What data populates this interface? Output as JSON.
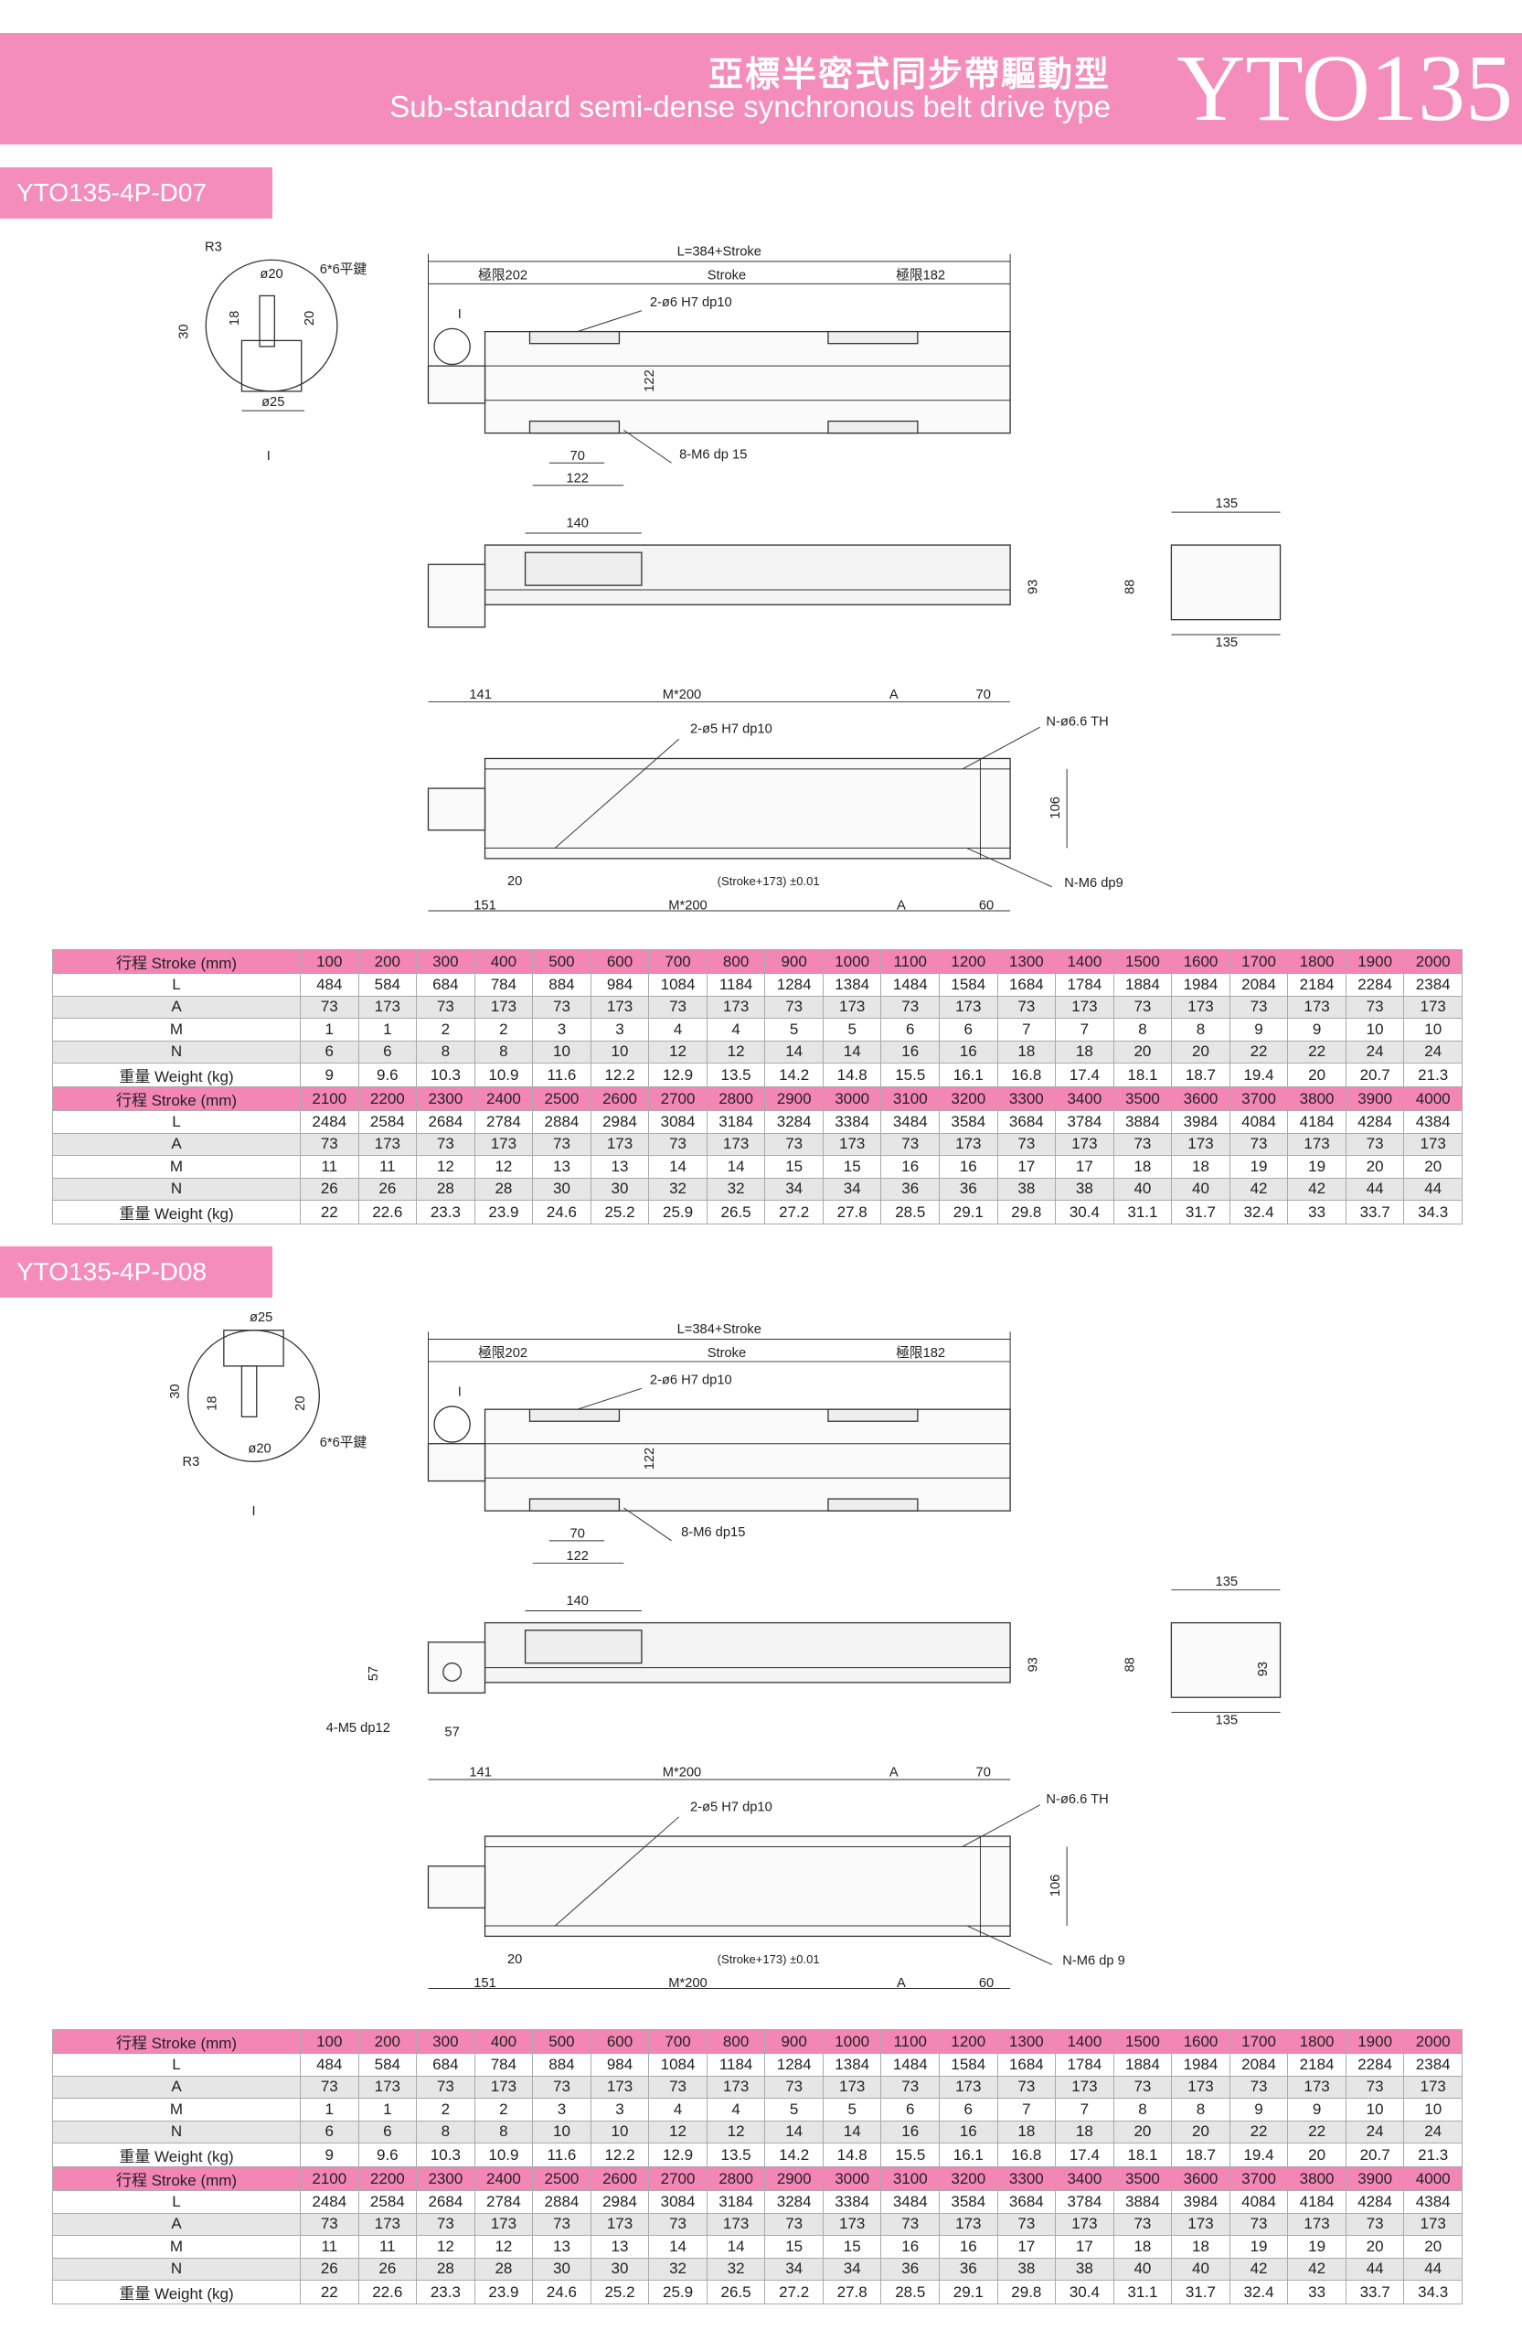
{
  "header": {
    "title_zh": "亞標半密式同步帶驅動型",
    "title_en": "Sub-standard semi-dense synchronous belt drive type",
    "model": "YTO135"
  },
  "colors": {
    "brand_pink": "#F48DBB",
    "header_row": "#F386B5",
    "alt_row": "#E6E6E6"
  },
  "sections": [
    {
      "label": "YTO135-4P-D07",
      "drawing": {
        "detail": {
          "r3": "R3",
          "d20": "ø20",
          "key": "6*6平鍵",
          "h30": "30",
          "h18": "18",
          "h20": "20",
          "d25": "ø25",
          "mark": "I"
        },
        "top": {
          "total": "L=384+Stroke",
          "left": "極限202",
          "stroke": "Stroke",
          "right": "極限182",
          "pin": "2-ø6 H7 dp10",
          "width": "122",
          "c70": "70",
          "c122": "122",
          "screws": "8-M6 dp 15",
          "mark": "I"
        },
        "side": {
          "w140": "140",
          "h93": "93"
        },
        "end": {
          "w135_top": "135",
          "w135_bottom": "135",
          "h88": "88"
        },
        "bottom": {
          "d141": "141",
          "m200_top": "M*200",
          "a_top": "A",
          "d70": "70",
          "pin": "2-ø5 H7 dp10",
          "holes": "N-ø6.6 TH",
          "h106": "106",
          "d20": "20",
          "tol": "(Stroke+173) ±0.01",
          "tap": "N-M6 dp9",
          "d151": "151",
          "m200_bot": "M*200",
          "a_bot": "A",
          "d60": "60"
        }
      },
      "table": {
        "rows": [
          {
            "label": "行程 Stroke (mm)",
            "type": "hdr",
            "values": [
              100,
              200,
              300,
              400,
              500,
              600,
              700,
              800,
              900,
              1000,
              1100,
              1200,
              1300,
              1400,
              1500,
              1600,
              1700,
              1800,
              1900,
              2000
            ]
          },
          {
            "label": "L",
            "type": "white",
            "values": [
              484,
              584,
              684,
              784,
              884,
              984,
              1084,
              1184,
              1284,
              1384,
              1484,
              1584,
              1684,
              1784,
              1884,
              1984,
              2084,
              2184,
              2284,
              2384
            ]
          },
          {
            "label": "A",
            "type": "gray",
            "values": [
              73,
              173,
              73,
              173,
              73,
              173,
              73,
              173,
              73,
              173,
              73,
              173,
              73,
              173,
              73,
              173,
              73,
              173,
              73,
              173
            ]
          },
          {
            "label": "M",
            "type": "white",
            "values": [
              1,
              1,
              2,
              2,
              3,
              3,
              4,
              4,
              5,
              5,
              6,
              6,
              7,
              7,
              8,
              8,
              9,
              9,
              10,
              10
            ]
          },
          {
            "label": "N",
            "type": "gray",
            "values": [
              6,
              6,
              8,
              8,
              10,
              10,
              12,
              12,
              14,
              14,
              16,
              16,
              18,
              18,
              20,
              20,
              22,
              22,
              24,
              24
            ]
          },
          {
            "label": "重量 Weight (kg)",
            "type": "white",
            "values": [
              9,
              9.6,
              10.3,
              10.9,
              11.6,
              12.2,
              12.9,
              13.5,
              14.2,
              14.8,
              15.5,
              16.1,
              16.8,
              17.4,
              18.1,
              18.7,
              19.4,
              20,
              20.7,
              21.3
            ]
          },
          {
            "label": "行程 Stroke (mm)",
            "type": "hdr",
            "values": [
              2100,
              2200,
              2300,
              2400,
              2500,
              2600,
              2700,
              2800,
              2900,
              3000,
              3100,
              3200,
              3300,
              3400,
              3500,
              3600,
              3700,
              3800,
              3900,
              4000
            ]
          },
          {
            "label": "L",
            "type": "white",
            "values": [
              2484,
              2584,
              2684,
              2784,
              2884,
              2984,
              3084,
              3184,
              3284,
              3384,
              3484,
              3584,
              3684,
              3784,
              3884,
              3984,
              4084,
              4184,
              4284,
              4384
            ]
          },
          {
            "label": "A",
            "type": "gray",
            "values": [
              73,
              173,
              73,
              173,
              73,
              173,
              73,
              173,
              73,
              173,
              73,
              173,
              73,
              173,
              73,
              173,
              73,
              173,
              73,
              173
            ]
          },
          {
            "label": "M",
            "type": "white",
            "values": [
              11,
              11,
              12,
              12,
              13,
              13,
              14,
              14,
              15,
              15,
              16,
              16,
              17,
              17,
              18,
              18,
              19,
              19,
              20,
              20
            ]
          },
          {
            "label": "N",
            "type": "gray",
            "values": [
              26,
              26,
              28,
              28,
              30,
              30,
              32,
              32,
              34,
              34,
              36,
              36,
              38,
              38,
              40,
              40,
              42,
              42,
              44,
              44
            ]
          },
          {
            "label": "重量 Weight (kg)",
            "type": "white",
            "values": [
              22,
              22.6,
              23.3,
              23.9,
              24.6,
              25.2,
              25.9,
              26.5,
              27.2,
              27.8,
              28.5,
              29.1,
              29.8,
              30.4,
              31.1,
              31.7,
              32.4,
              33,
              33.7,
              34.3
            ]
          }
        ]
      }
    },
    {
      "label": "YTO135-4P-D08",
      "drawing": {
        "detail": {
          "r3": "R3",
          "d20": "ø20",
          "key": "6*6平鍵",
          "h30": "30",
          "h18": "18",
          "h20": "20",
          "d25": "ø25",
          "mark": "I"
        },
        "top": {
          "total": "L=384+Stroke",
          "left": "極限202",
          "stroke": "Stroke",
          "right": "極限182",
          "pin": "2-ø6 H7 dp10",
          "width": "122",
          "c70": "70",
          "c122": "122",
          "screws": "8-M6 dp15",
          "mark": "I"
        },
        "side": {
          "w140": "140",
          "h93": "93",
          "m57_v": "57",
          "m57_h": "57",
          "motor_screws": "4-M5 dp12"
        },
        "end": {
          "w135_top": "135",
          "w135_bottom": "135",
          "h88": "88",
          "h93": "93"
        },
        "bottom": {
          "d141": "141",
          "m200_top": "M*200",
          "a_top": "A",
          "d70": "70",
          "pin": "2-ø5 H7 dp10",
          "holes": "N-ø6.6 TH",
          "h106": "106",
          "d20": "20",
          "tol": "(Stroke+173) ±0.01",
          "tap": "N-M6 dp 9",
          "d151": "151",
          "m200_bot": "M*200",
          "a_bot": "A",
          "d60": "60"
        }
      },
      "table": {
        "rows": [
          {
            "label": "行程 Stroke (mm)",
            "type": "hdr",
            "values": [
              100,
              200,
              300,
              400,
              500,
              600,
              700,
              800,
              900,
              1000,
              1100,
              1200,
              1300,
              1400,
              1500,
              1600,
              1700,
              1800,
              1900,
              2000
            ]
          },
          {
            "label": "L",
            "type": "white",
            "values": [
              484,
              584,
              684,
              784,
              884,
              984,
              1084,
              1184,
              1284,
              1384,
              1484,
              1584,
              1684,
              1784,
              1884,
              1984,
              2084,
              2184,
              2284,
              2384
            ]
          },
          {
            "label": "A",
            "type": "gray",
            "values": [
              73,
              173,
              73,
              173,
              73,
              173,
              73,
              173,
              73,
              173,
              73,
              173,
              73,
              173,
              73,
              173,
              73,
              173,
              73,
              173
            ]
          },
          {
            "label": "M",
            "type": "white",
            "values": [
              1,
              1,
              2,
              2,
              3,
              3,
              4,
              4,
              5,
              5,
              6,
              6,
              7,
              7,
              8,
              8,
              9,
              9,
              10,
              10
            ]
          },
          {
            "label": "N",
            "type": "gray",
            "values": [
              6,
              6,
              8,
              8,
              10,
              10,
              12,
              12,
              14,
              14,
              16,
              16,
              18,
              18,
              20,
              20,
              22,
              22,
              24,
              24
            ]
          },
          {
            "label": "重量 Weight (kg)",
            "type": "white",
            "values": [
              9,
              9.6,
              10.3,
              10.9,
              11.6,
              12.2,
              12.9,
              13.5,
              14.2,
              14.8,
              15.5,
              16.1,
              16.8,
              17.4,
              18.1,
              18.7,
              19.4,
              20,
              20.7,
              21.3
            ]
          },
          {
            "label": "行程 Stroke (mm)",
            "type": "hdr",
            "values": [
              2100,
              2200,
              2300,
              2400,
              2500,
              2600,
              2700,
              2800,
              2900,
              3000,
              3100,
              3200,
              3300,
              3400,
              3500,
              3600,
              3700,
              3800,
              3900,
              4000
            ]
          },
          {
            "label": "L",
            "type": "white",
            "values": [
              2484,
              2584,
              2684,
              2784,
              2884,
              2984,
              3084,
              3184,
              3284,
              3384,
              3484,
              3584,
              3684,
              3784,
              3884,
              3984,
              4084,
              4184,
              4284,
              4384
            ]
          },
          {
            "label": "A",
            "type": "gray",
            "values": [
              73,
              173,
              73,
              173,
              73,
              173,
              73,
              173,
              73,
              173,
              73,
              173,
              73,
              173,
              73,
              173,
              73,
              173,
              73,
              173
            ]
          },
          {
            "label": "M",
            "type": "white",
            "values": [
              11,
              11,
              12,
              12,
              13,
              13,
              14,
              14,
              15,
              15,
              16,
              16,
              17,
              17,
              18,
              18,
              19,
              19,
              20,
              20
            ]
          },
          {
            "label": "N",
            "type": "gray",
            "values": [
              26,
              26,
              28,
              28,
              30,
              30,
              32,
              32,
              34,
              34,
              36,
              36,
              38,
              38,
              40,
              40,
              42,
              42,
              44,
              44
            ]
          },
          {
            "label": "重量 Weight (kg)",
            "type": "white",
            "values": [
              22,
              22.6,
              23.3,
              23.9,
              24.6,
              25.2,
              25.9,
              26.5,
              27.2,
              27.8,
              28.5,
              29.1,
              29.8,
              30.4,
              31.1,
              31.7,
              32.4,
              33,
              33.7,
              34.3
            ]
          }
        ]
      }
    }
  ]
}
